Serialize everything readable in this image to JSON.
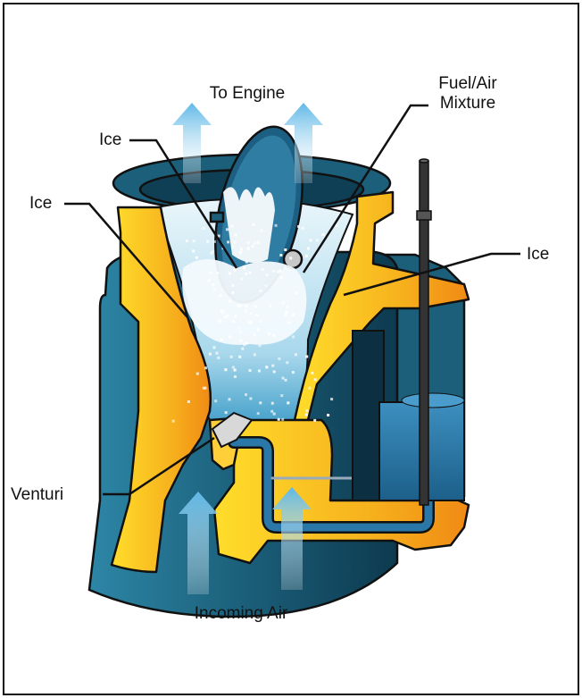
{
  "labels": {
    "to_engine": "To Engine",
    "fuel_air_line1": "Fuel/Air",
    "fuel_air_line2": "Mixture",
    "ice_top": "Ice",
    "ice_left": "Ice",
    "ice_right": "Ice",
    "venturi": "Venturi",
    "incoming_air": "Incoming Air"
  },
  "colors": {
    "outline": "#111111",
    "body_blue": "#1b5f7a",
    "body_blue_dark": "#0f3f55",
    "casting_orange": "#f5a31a",
    "casting_yellow": "#ffd21a",
    "ice_light": "#d8eef7",
    "air_arrow": "#7fc6ea",
    "fuel_tank": "#2a78a8"
  }
}
